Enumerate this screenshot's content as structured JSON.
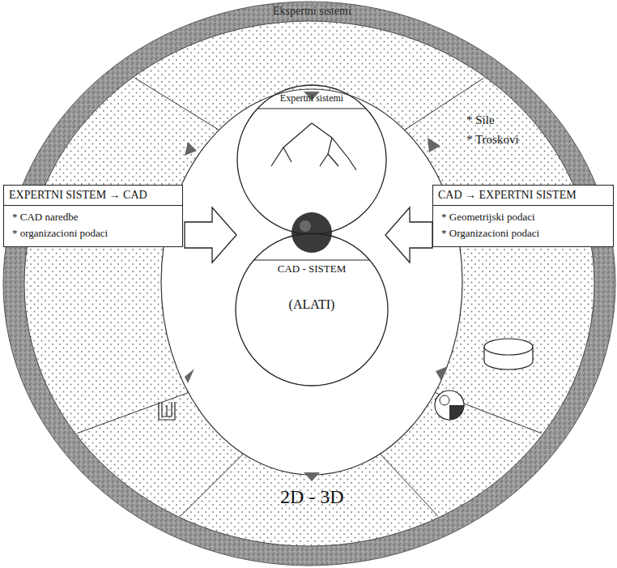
{
  "diagram": {
    "nodes": [
      {
        "text": [
          "Expertni sistemi"
        ]
      },
      {
        "text": [
          "CAD - SISTEM",
          "(ALATI)"
        ]
      },
      {
        "text": [
          "EXPERTNI SISTEM → CAD",
          "* CAD naredbe",
          "* organizacioni podaci"
        ]
      },
      {
        "text": [
          "CAD → EXPERTNI SISTEM",
          "* Geometrijski podaci",
          "* Organizacioni podaci"
        ]
      }
    ],
    "labels": [
      "Ekspertni sistemi",
      "* Sile",
      "* Troskovi",
      "2D - 3D"
    ]
  }
}
